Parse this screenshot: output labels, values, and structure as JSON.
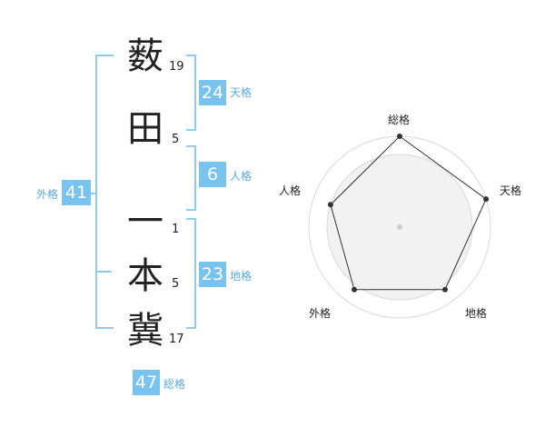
{
  "name": {
    "chars": [
      {
        "char": "薮",
        "strokes": "19"
      },
      {
        "char": "田",
        "strokes": "5"
      },
      {
        "char": "一",
        "strokes": "1"
      },
      {
        "char": "本",
        "strokes": "5"
      },
      {
        "char": "冀",
        "strokes": "17"
      }
    ]
  },
  "kaku": {
    "tenkaku": {
      "value": "24",
      "label": "天格"
    },
    "jinkaku": {
      "value": "6",
      "label": "人格"
    },
    "chikaku": {
      "value": "23",
      "label": "地格"
    },
    "gaikaku": {
      "value": "41",
      "label": "外格"
    },
    "soukaku": {
      "value": "47",
      "label": "総格"
    }
  },
  "radar": {
    "labels": [
      "総格",
      "天格",
      "地格",
      "外格",
      "人格"
    ],
    "values": [
      1.0,
      1.0,
      0.85,
      0.85,
      0.8
    ],
    "stroke_color": "#333333",
    "fill_color": "#f2f2f2",
    "ring_color": "#d9d9d9"
  }
}
